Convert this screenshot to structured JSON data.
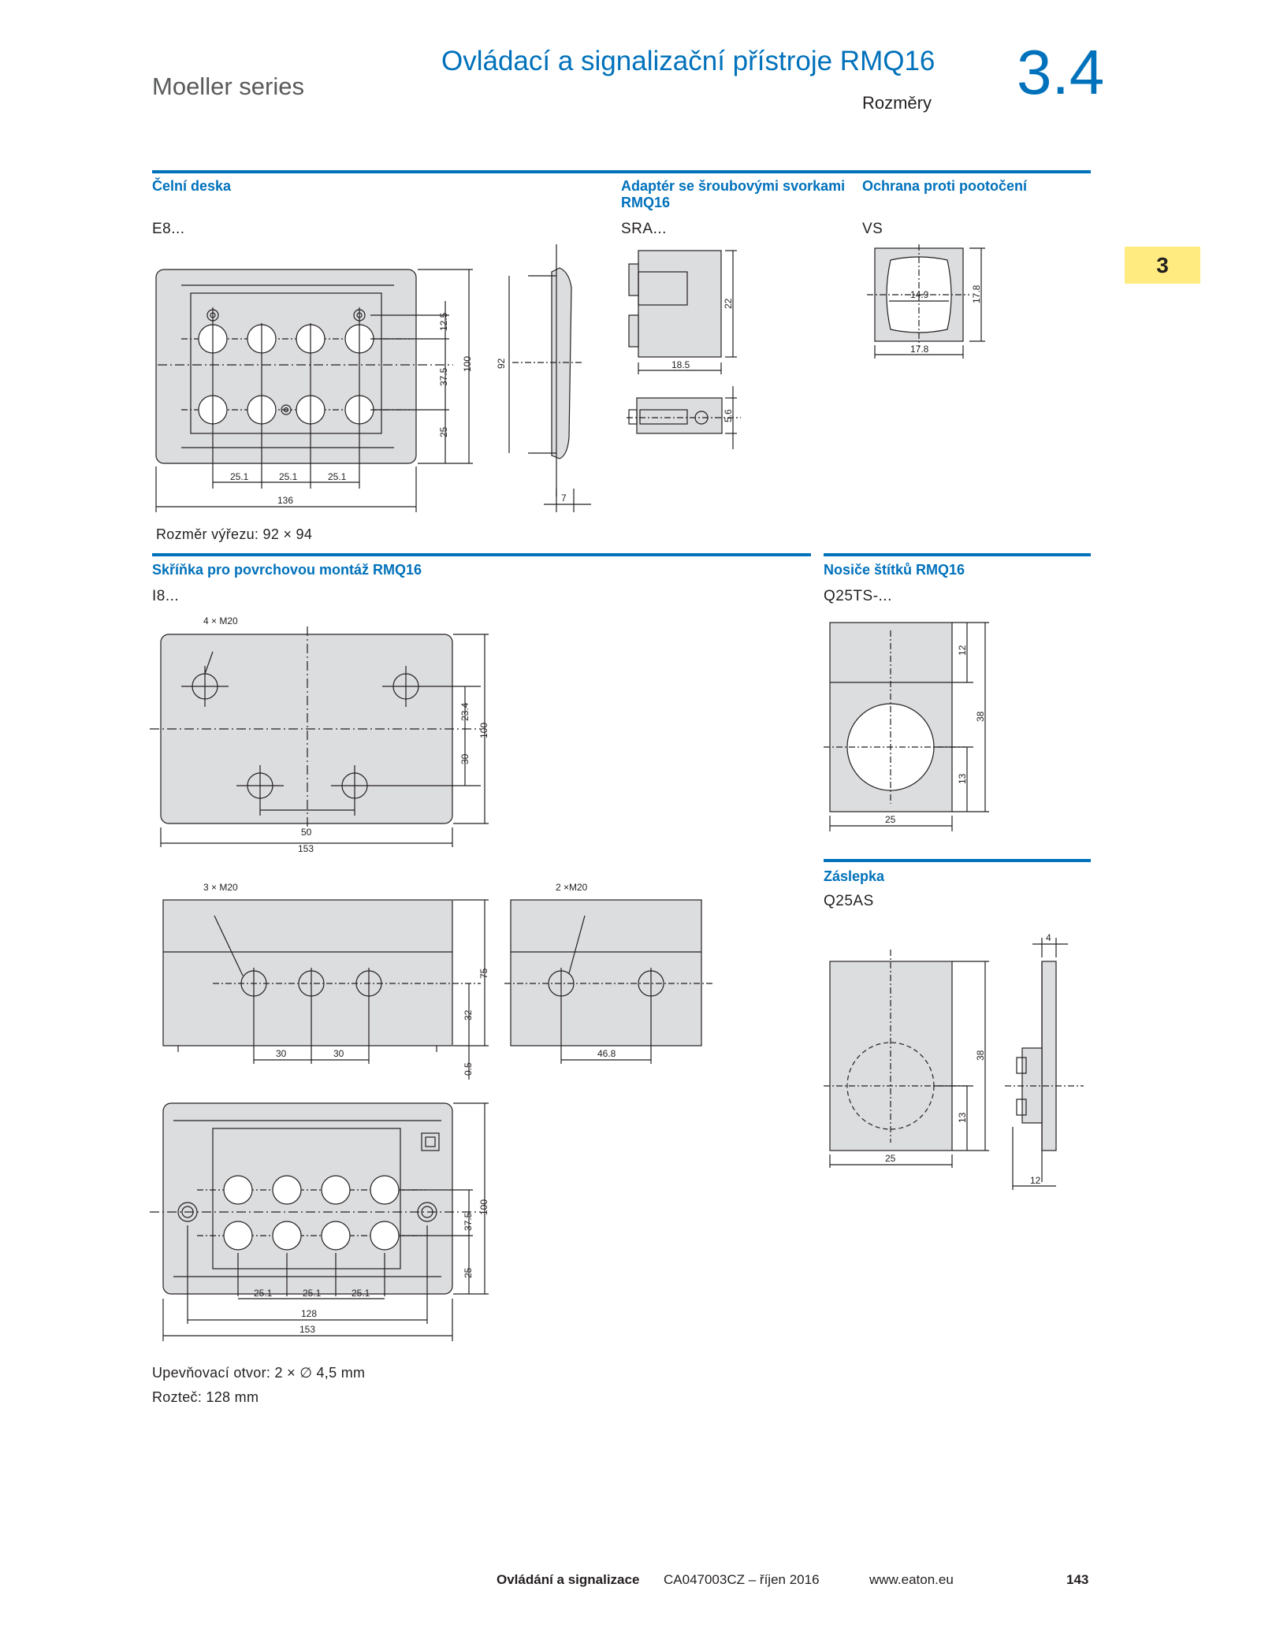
{
  "header": {
    "series": "Moeller series",
    "title": "Ovládací a signalizační přístroje RMQ16",
    "subtitle": "Rozměry",
    "chapter_number": "3.4",
    "side_tab": "3"
  },
  "sections": {
    "front_plate": {
      "title": "Čelní deska",
      "code": "E8...",
      "note": "Rozměr výřezu: 92 × 94",
      "dims": {
        "d12_5": "12.5",
        "d37_5": "37.5",
        "d25": "25",
        "d100": "100",
        "d92": "92",
        "d25_1a": "25.1",
        "d25_1b": "25.1",
        "d25_1c": "25.1",
        "d136": "136",
        "d7": "7"
      }
    },
    "adapter": {
      "title": "Adaptér se šroubovými svorkami RMQ16",
      "code": "SRA...",
      "dims": {
        "d22": "22",
        "d18_5": "18.5",
        "d5_6": "5.6"
      }
    },
    "rotation_guard": {
      "title": "Ochrana proti pootočení",
      "code": "VS",
      "dims": {
        "d14_9": "14.9",
        "d17_8_v": "17.8",
        "d17_8_h": "17.8"
      }
    },
    "surface_box": {
      "title": "Skříňka pro povrchovou montáž RMQ16",
      "code": "I8...",
      "note1": "Upevňovací otvor: 2 × ∅ 4,5 mm",
      "note2": "Rozteč: 128 mm",
      "dims": {
        "m20_4": "4 × M20",
        "d23_4": "23.4",
        "d30_v": "30",
        "d100_a": "100",
        "d50": "50",
        "d153_a": "153",
        "m20_3": "3 × M20",
        "m20_2": "2 ×M20",
        "d75": "75",
        "d32": "32",
        "d0_5": "0.5",
        "d30_a": "30",
        "d30_b": "30",
        "d46_8": "46.8",
        "d100_b": "100",
        "d37_5": "37.5",
        "d25": "25",
        "d25_1a": "25.1",
        "d25_1b": "25.1",
        "d25_1c": "25.1",
        "d128": "128",
        "d153_b": "153"
      }
    },
    "label_carrier": {
      "title": "Nosiče štítků RMQ16",
      "code": "Q25TS-...",
      "dims": {
        "d12": "12",
        "d38": "38",
        "d13": "13",
        "d25": "25"
      }
    },
    "blanking_plug": {
      "title": "Záslepka",
      "code": "Q25AS",
      "dims": {
        "d4": "4",
        "d38": "38",
        "d13": "13",
        "d25": "25",
        "d12": "12"
      }
    }
  },
  "footer": {
    "section": "Ovládání a signalizace",
    "doc": "CA047003CZ – říjen 2016",
    "web": "www.eaton.eu",
    "page": "143"
  },
  "colors": {
    "brand_blue": "#0071bb",
    "tab_yellow": "#ffeb7f",
    "drawing_fill": "#dcdddf"
  }
}
